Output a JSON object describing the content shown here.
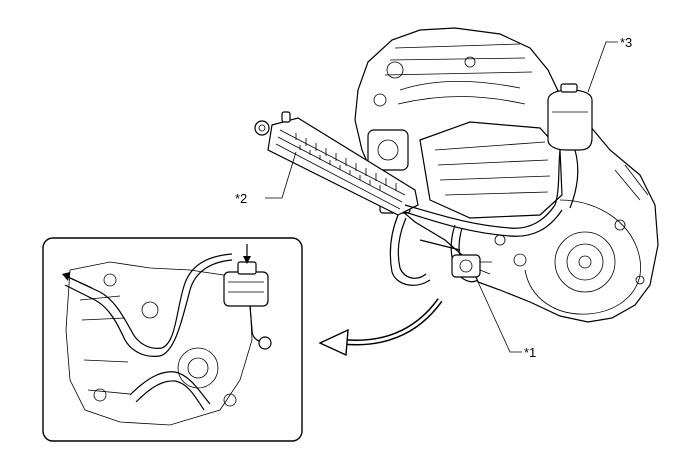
{
  "callouts": {
    "one": "*1",
    "two": "*2",
    "three": "*3"
  },
  "colors": {
    "line": "#000000",
    "background": "#ffffff",
    "inset_border": "#000000"
  }
}
